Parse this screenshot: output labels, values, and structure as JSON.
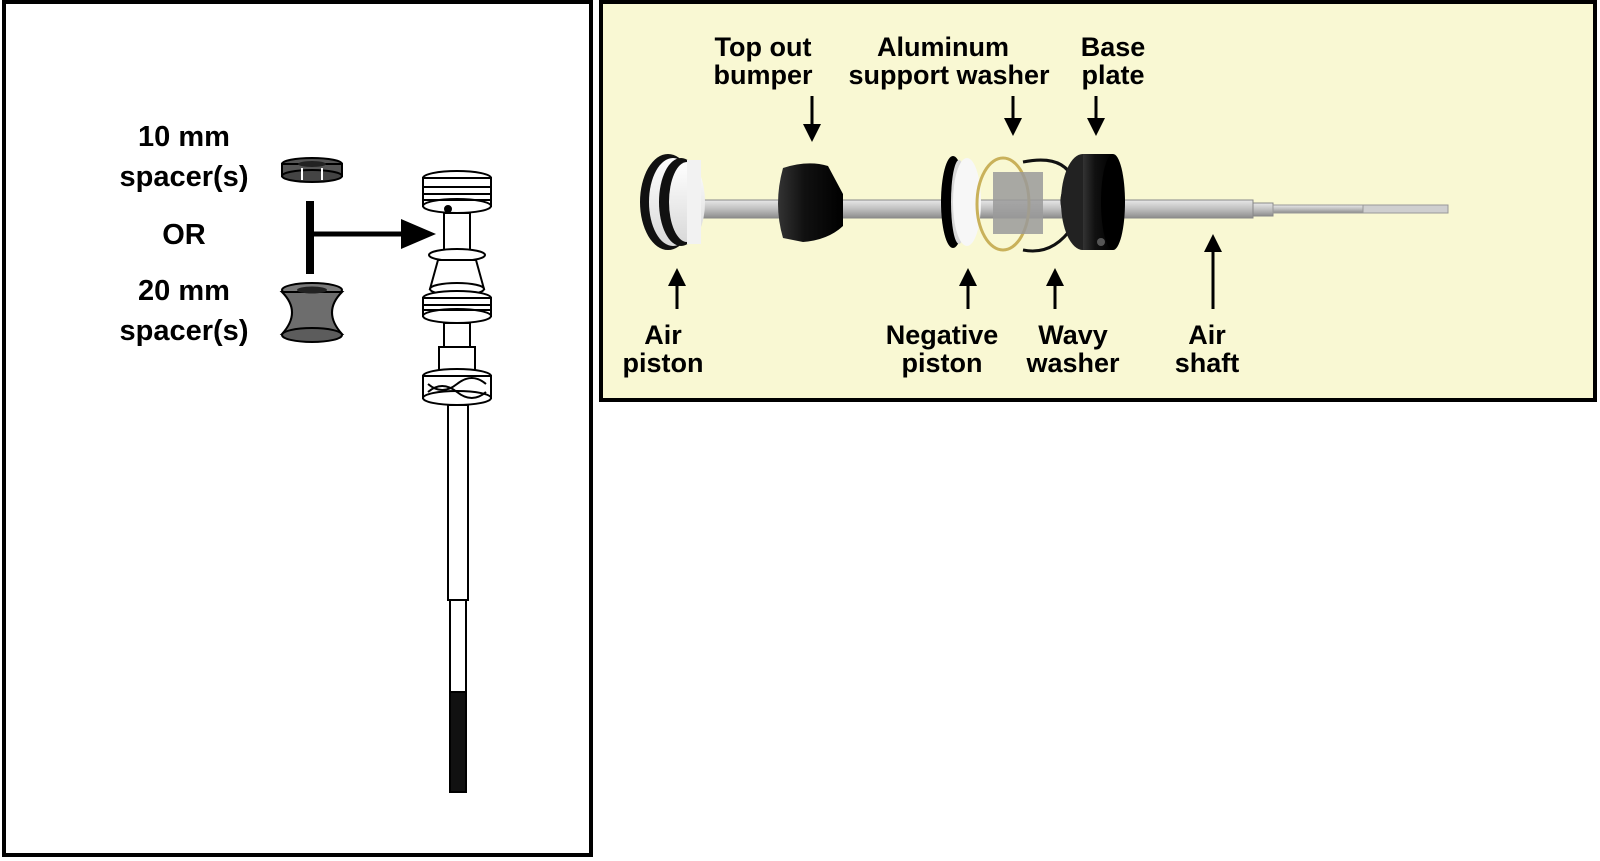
{
  "left_diagram": {
    "spacer_10": {
      "line1": "10 mm",
      "line2": "spacer(s)"
    },
    "or_text": "OR",
    "spacer_20": {
      "line1": "20 mm",
      "line2": "spacer(s)"
    }
  },
  "photo_labels": {
    "air_piston": {
      "line1": "Air",
      "line2": "piston"
    },
    "top_out_bumper": {
      "line1": "Top out",
      "line2": "bumper"
    },
    "negative_piston": {
      "line1": "Negative",
      "line2": "piston"
    },
    "aluminum_washer": {
      "line1": "Aluminum",
      "line2": "support washer"
    },
    "wavy_washer": {
      "line1": "Wavy",
      "line2": "washer"
    },
    "base_plate": {
      "line1": "Base",
      "line2": "plate"
    },
    "air_shaft": {
      "line1": "Air",
      "line2": "shaft"
    }
  }
}
